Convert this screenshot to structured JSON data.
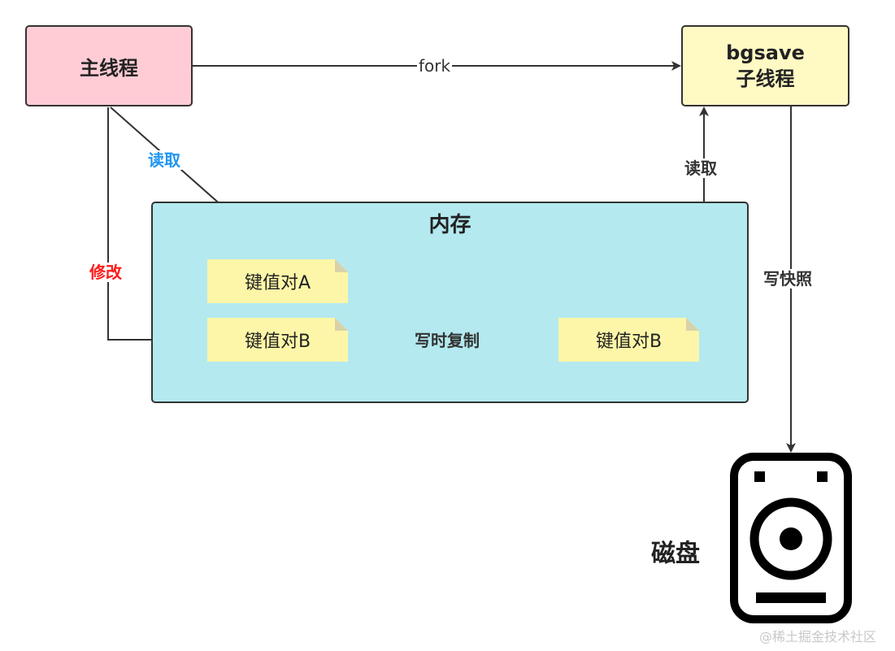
{
  "nodes": {
    "main_thread": "主线程",
    "bgsave_line1": "bgsave",
    "bgsave_line2": "子线程",
    "memory": "内存",
    "kv_a": "键值对A",
    "kv_b": "键值对B",
    "kv_b_copy": "键值对B",
    "disk": "磁盘"
  },
  "edges": {
    "fork": "fork",
    "main_read": "读取",
    "main_modify": "修改",
    "copy_on_write": "写时复制",
    "bg_read": "读取",
    "write_snapshot": "写快照"
  },
  "colors": {
    "main_thread_fill": "#ffccd5",
    "bgsave_fill": "#fff9c4",
    "memory_fill": "#b3e9ef",
    "note_fill": "#fdf6a8",
    "read_label_main": "#2196f3",
    "modify_label": "#ff1a1a",
    "default_label": "#333333"
  },
  "watermark": "@稀土掘金技术社区"
}
